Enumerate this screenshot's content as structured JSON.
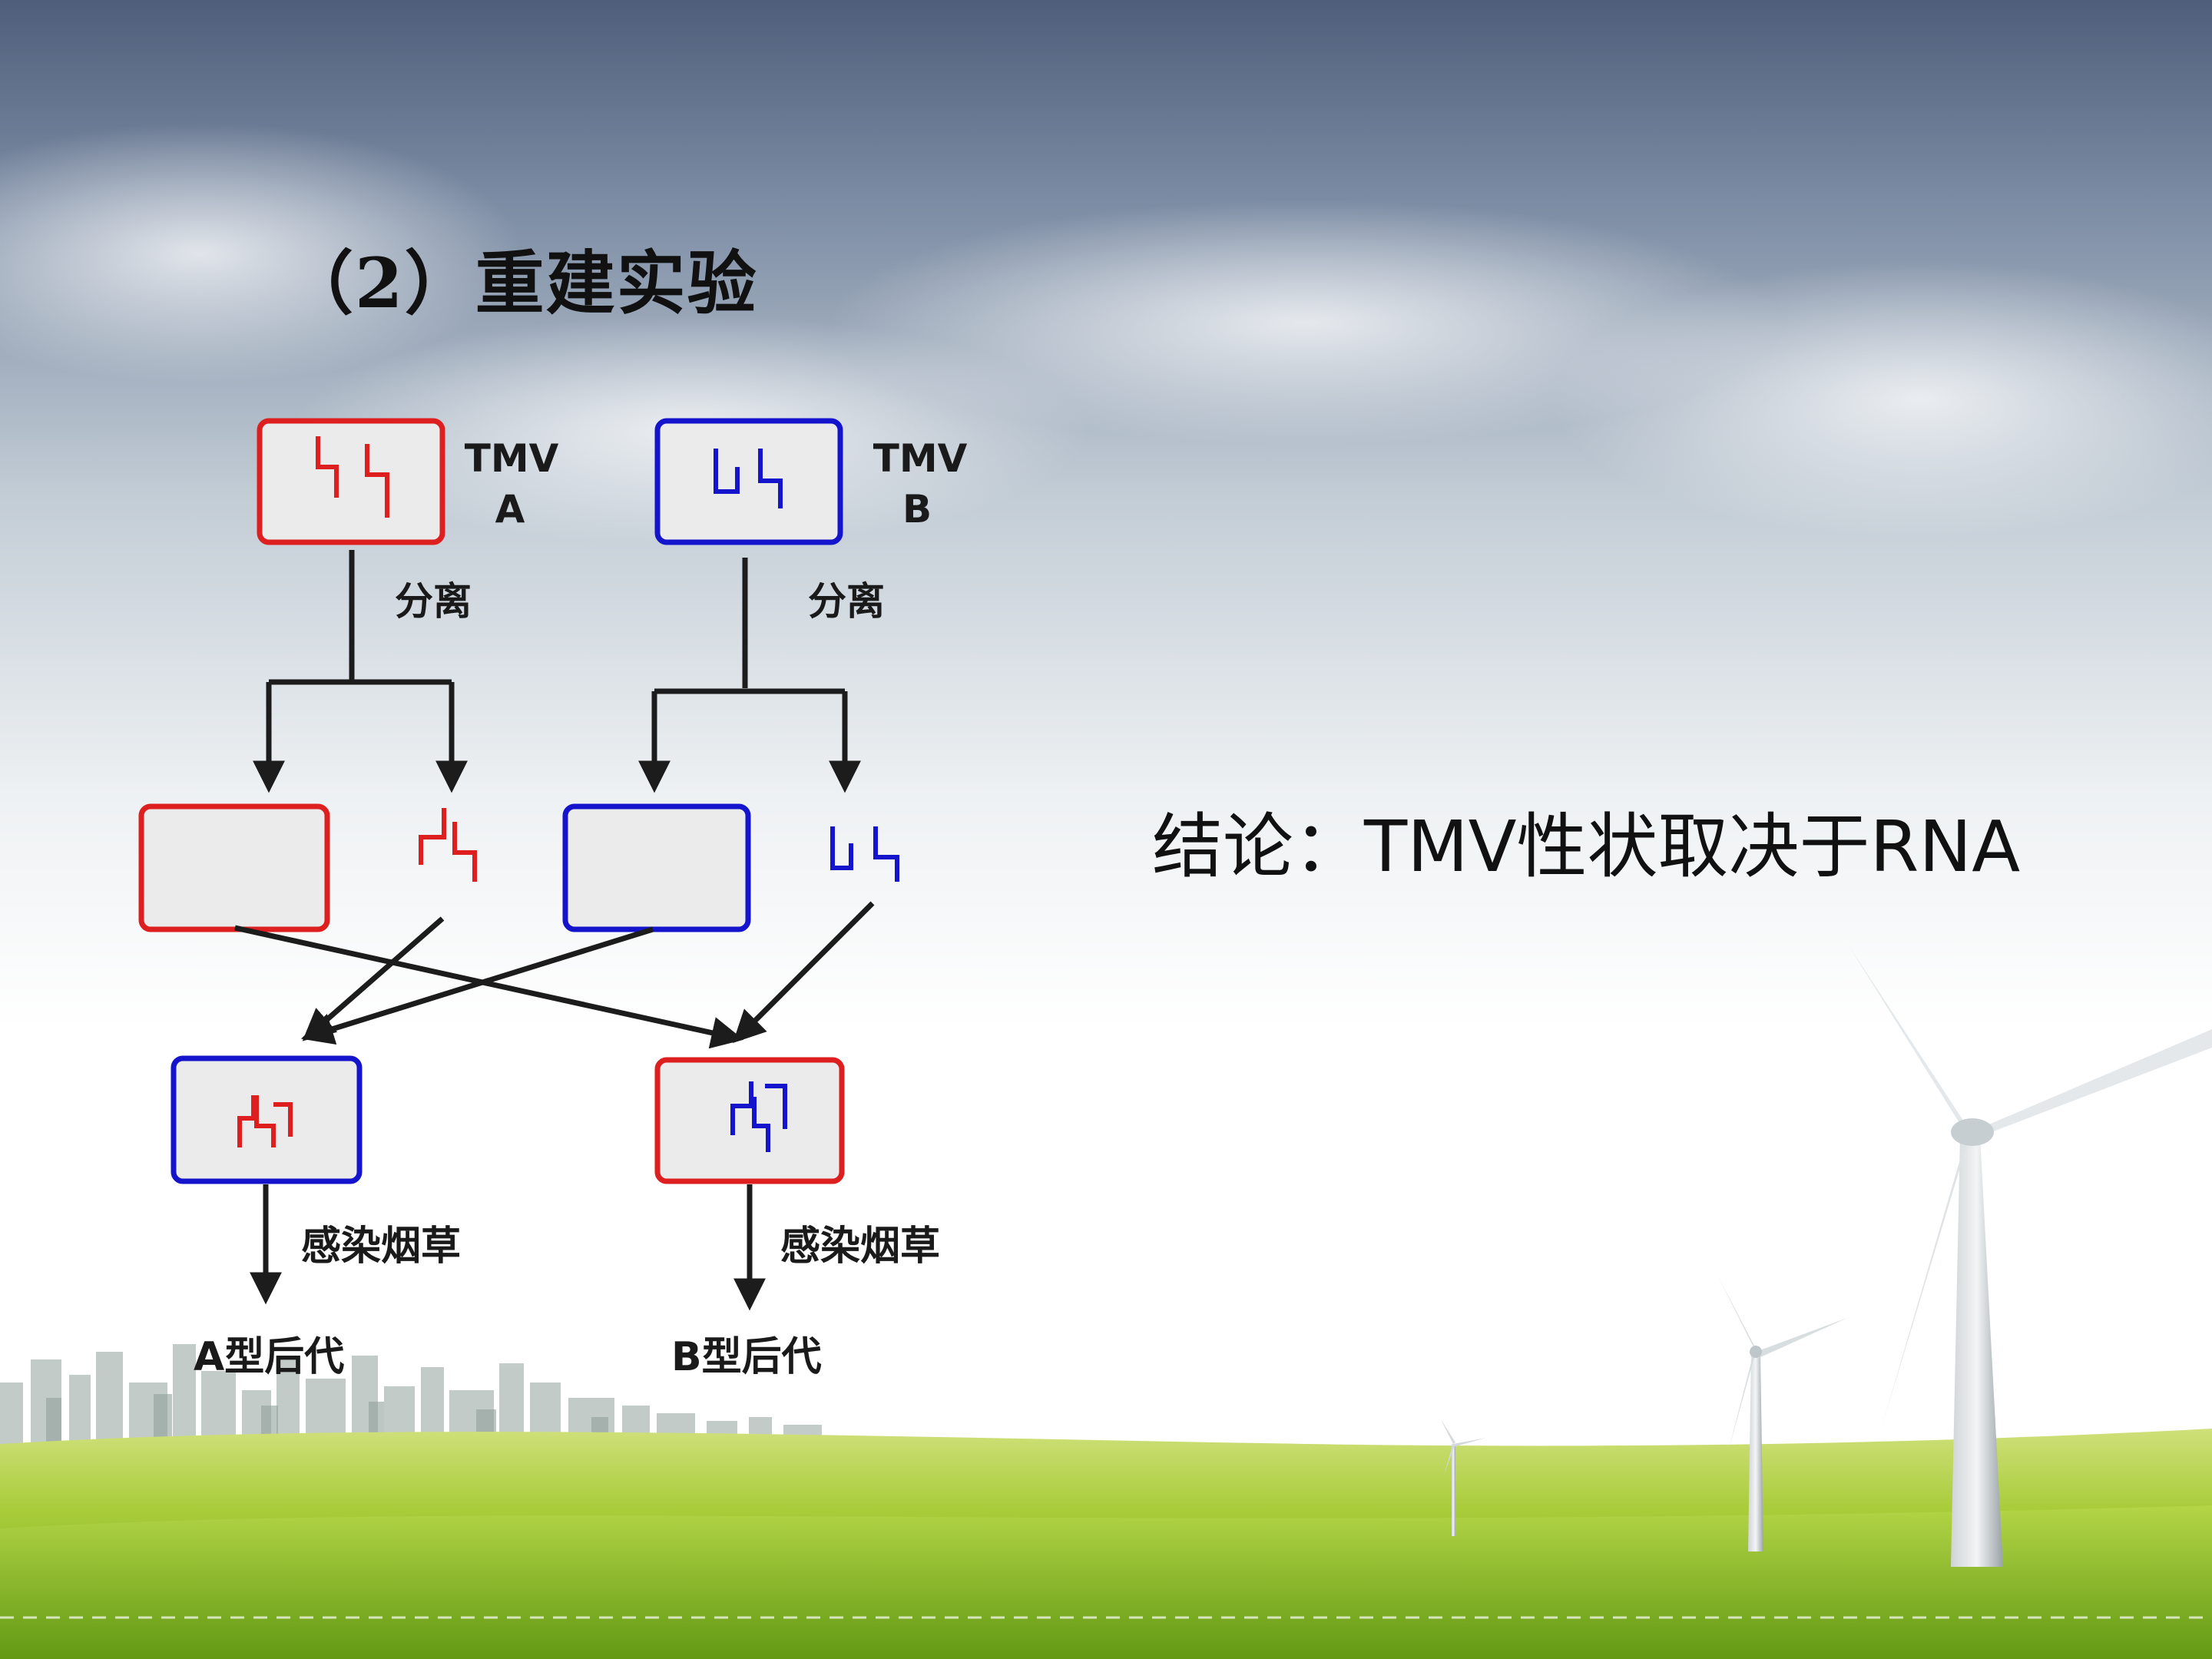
{
  "slide": {
    "title": "（2）重建实验",
    "conclusion": "结论：TMV性状取决于RNA"
  },
  "diagram": {
    "virus_a": {
      "name_line1": "TMV",
      "name_line2": "A",
      "color": "#dd1f1f"
    },
    "virus_b": {
      "name_line1": "TMV",
      "name_line2": "B",
      "color": "#1414cc"
    },
    "separate_label_a": "分离",
    "separate_label_b": "分离",
    "infect_label_left": "感染烟草",
    "infect_label_right": "感染烟草",
    "offspring_left": "A型后代",
    "offspring_right": "B型后代"
  },
  "colors": {
    "capsule_fill": "#ebebeb",
    "arrow": "#1c1c1c"
  }
}
